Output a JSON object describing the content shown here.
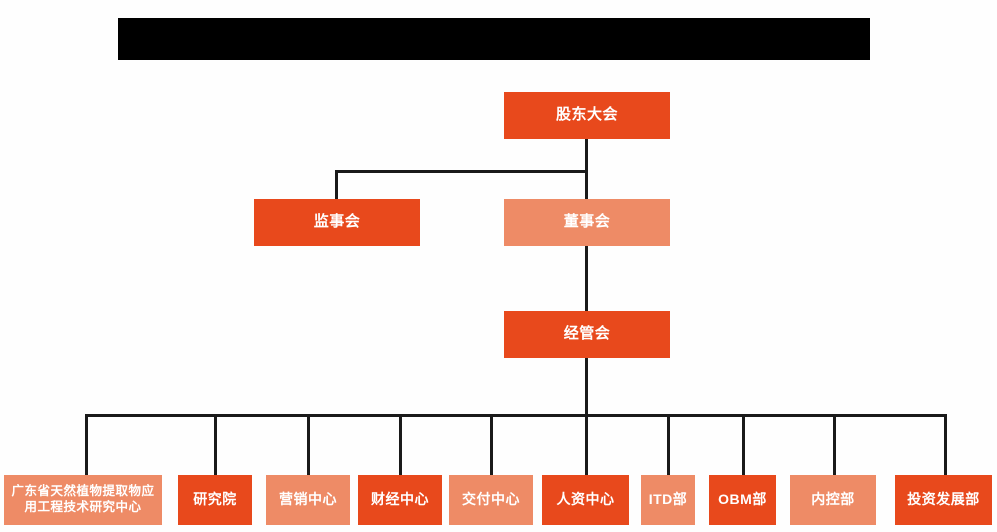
{
  "diagram": {
    "kind": "organizational-chart",
    "title_bar": {
      "label": "",
      "state": "redacted",
      "color": "#000000"
    },
    "palette": {
      "deep_orange": "#E8491C",
      "light_orange": "#EE8B66",
      "line": "#1a1a1a",
      "text": "#FFFFFF",
      "background": "#FEFEFE"
    },
    "levels": [
      {
        "level": 1,
        "nodes": [
          {
            "id": "shareholders",
            "label": "股东大会",
            "shade": "deep"
          }
        ]
      },
      {
        "level": 2,
        "nodes": [
          {
            "id": "supervisors",
            "label": "监事会",
            "shade": "deep"
          },
          {
            "id": "directors",
            "label": "董事会",
            "shade": "light"
          }
        ]
      },
      {
        "level": 3,
        "nodes": [
          {
            "id": "management",
            "label": "经管会",
            "shade": "deep"
          }
        ]
      },
      {
        "level": 4,
        "nodes": [
          {
            "id": "gd-research-center",
            "label": "广东省天然植物提取物应\n用工程技术研究中心",
            "shade": "light"
          },
          {
            "id": "research-institute",
            "label": "研究院",
            "shade": "deep"
          },
          {
            "id": "marketing-center",
            "label": "营销中心",
            "shade": "light"
          },
          {
            "id": "finance-center",
            "label": "财经中心",
            "shade": "deep"
          },
          {
            "id": "delivery-center",
            "label": "交付中心",
            "shade": "light"
          },
          {
            "id": "hr-center",
            "label": "人资中心",
            "shade": "deep"
          },
          {
            "id": "itd-dept",
            "label": "ITD部",
            "shade": "light"
          },
          {
            "id": "obm-dept",
            "label": "OBM部",
            "shade": "deep"
          },
          {
            "id": "internal-control-dept",
            "label": "内控部",
            "shade": "light"
          },
          {
            "id": "investment-dev-dept",
            "label": "投资发展部",
            "shade": "deep"
          }
        ]
      }
    ]
  }
}
